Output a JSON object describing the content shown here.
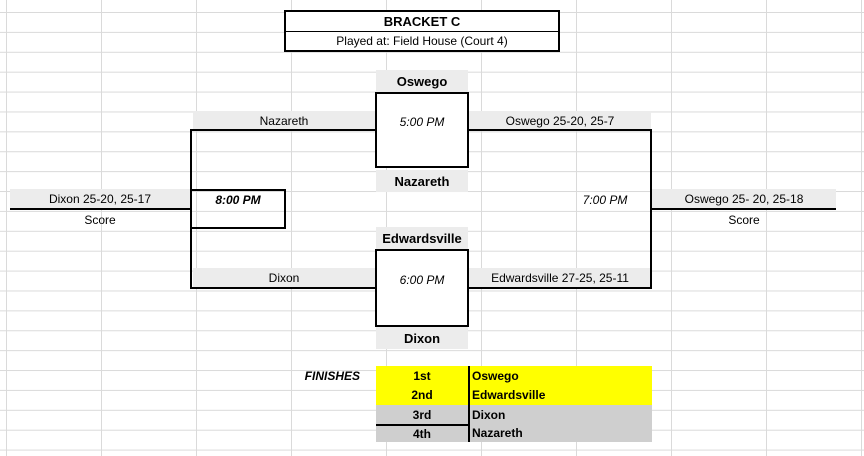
{
  "header": {
    "title": "BRACKET C",
    "location": "Played at: Field House (Court 4)"
  },
  "matches": {
    "top": {
      "team_a": "Oswego",
      "team_b": "Nazareth",
      "time": "5:00 PM",
      "left_label": "Nazareth",
      "right_label": "Oswego 25-20, 25-7"
    },
    "bottom": {
      "team_a": "Edwardsville",
      "team_b": "Dixon",
      "time": "6:00 PM",
      "left_label": "Dixon",
      "right_label": "Edwardsville 27-25, 25-11"
    },
    "left_final": {
      "time": "8:00 PM",
      "result": "Dixon 25-20, 25-17",
      "score_label": "Score"
    },
    "right_final": {
      "time": "7:00 PM",
      "result": "Oswego 25- 20, 25-18",
      "score_label": "Score"
    }
  },
  "finishes": {
    "title": "FINISHES",
    "rows": [
      {
        "place": "1st",
        "team": "Oswego"
      },
      {
        "place": "2nd",
        "team": "Edwardsville"
      },
      {
        "place": "3rd",
        "team": "Dixon"
      },
      {
        "place": "4th",
        "team": "Nazareth"
      }
    ]
  },
  "colors": {
    "highlight": "#ffff00",
    "cell_gray": "#ececec",
    "cell_gray_dark": "#cfcfcf",
    "line": "#000000"
  }
}
